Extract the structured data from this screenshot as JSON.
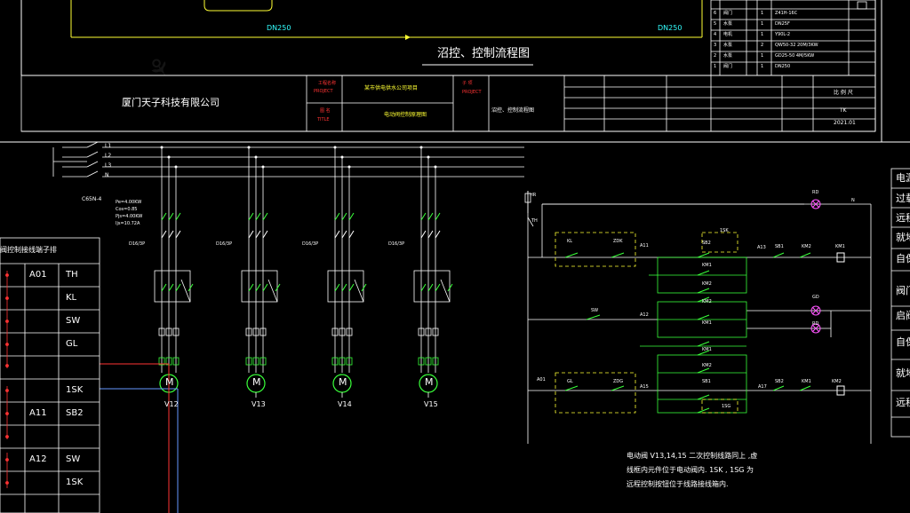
{
  "top": {
    "pipe_left": "DN250",
    "pipe_right": "DN250",
    "drawing_title": "沼控、控制流程图"
  },
  "title_block": {
    "company": "厦门天子科技有限公司",
    "project_label_cn": "工程名称",
    "project_label_en": "PROJECT",
    "project_value": "某市供电供水公司项目",
    "title_label_cn": "图  名",
    "title_label_en": "TITLE",
    "title_value": "电动阀控制原理图",
    "sub_label_cn": "子  项",
    "sub_label_en": "PROJECT",
    "sub_value": "沼控、控制流程图",
    "right_values": [
      "比 例 尺",
      "TK",
      "2021.01"
    ]
  },
  "parts_table": {
    "rows": [
      {
        "no": "6",
        "name": "阀门",
        "qty": "1",
        "spec": "Z41H-16C"
      },
      {
        "no": "5",
        "name": "水泵",
        "qty": "1",
        "spec": "DN25F"
      },
      {
        "no": "4",
        "name": "电机",
        "qty": "1",
        "spec": "Y90L-2"
      },
      {
        "no": "3",
        "name": "水泵",
        "qty": "2",
        "spec": "QW50-32 20M/3KW"
      },
      {
        "no": "2",
        "name": "水泵",
        "qty": "1",
        "spec": "GD25-50 4M/5KW"
      },
      {
        "no": "1",
        "name": "阀门",
        "qty": "1",
        "spec": "DN250"
      }
    ]
  },
  "power": {
    "lines": [
      "L1",
      "L2",
      "L3",
      "N"
    ],
    "main_breaker": "C65N-4",
    "specs": [
      "Pe=4.00KW",
      "Cos=0.85",
      "Pjs=4.00KW",
      "Ijs=10.72A"
    ],
    "breakers": [
      "D16/3P",
      "D16/3P",
      "D16/3P",
      "D16/3P"
    ],
    "motor_symbol": "M",
    "motors": [
      "V12",
      "V13",
      "V14",
      "V15"
    ]
  },
  "terminal": {
    "title": "阀控制接线端子排",
    "rows": [
      {
        "code": "A01",
        "label": "TH"
      },
      {
        "code": "",
        "label": "KL"
      },
      {
        "code": "",
        "label": "SW"
      },
      {
        "code": "",
        "label": "GL"
      },
      {
        "code": "",
        "label": ""
      },
      {
        "code": "",
        "label": "1SK"
      },
      {
        "code": "A11",
        "label": "SB2"
      },
      {
        "code": "",
        "label": ""
      },
      {
        "code": "A12",
        "label": "SW"
      },
      {
        "code": "",
        "label": "1SK"
      }
    ]
  },
  "control": {
    "fuse_labels": [
      "HR",
      "TH"
    ],
    "neutral": "N",
    "lamps": [
      "RD",
      "GD",
      "RD"
    ],
    "row1": {
      "contacts": [
        "KL",
        "ZDK"
      ],
      "node": "A11",
      "sk": "1SK",
      "sb": "SB2",
      "km_a": "KM1",
      "km_b": "KM2",
      "node2": "A13",
      "sb2": "SB1",
      "km_c": "KM2",
      "coil": "KM1"
    },
    "row2": {
      "contact": "SW",
      "node": "A12",
      "km_a": "KM2",
      "km_b": "KM1"
    },
    "row3": {
      "node_left": "A01",
      "contacts": [
        "GL",
        "ZDG"
      ],
      "node": "A15",
      "km_a": "KM1",
      "km_b": "KM2",
      "sb": "SB1",
      "tsg": "1SG",
      "node2": "A17",
      "sb2": "SB2",
      "km_c": "KM1",
      "coil": "KM2"
    }
  },
  "notes": {
    "line1": "电动阀 V13,14,15    二次控制线路同上   ,虚",
    "line2": "线框内元件位于电动阀内.       1SK , 1SG  为",
    "line3": "远程控制按钮位于线路接线箱内."
  },
  "legend": {
    "items": [
      "电源",
      "过载",
      "远程",
      "就地",
      "自保",
      "阀门",
      "启阀",
      "自保",
      "就地",
      "远程"
    ]
  }
}
